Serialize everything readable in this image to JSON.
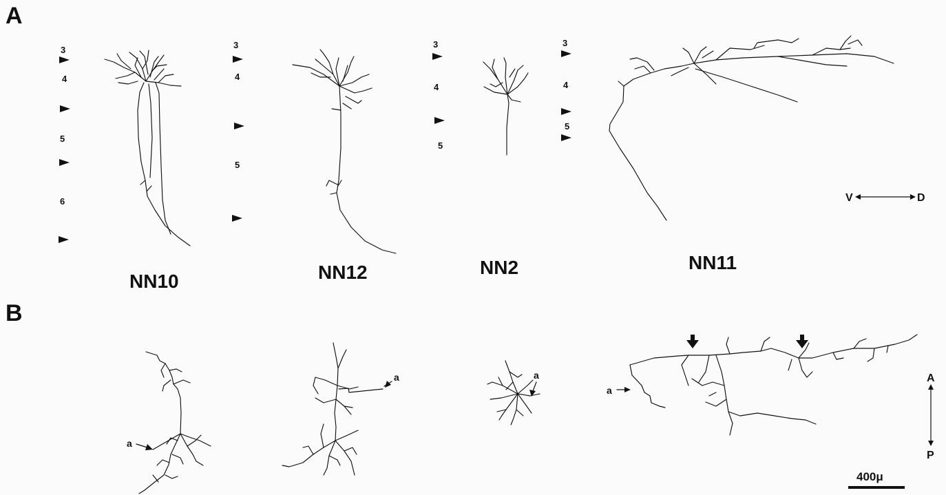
{
  "panels": {
    "a": "A",
    "b": "B"
  },
  "cells": {
    "nn10": "NN10",
    "nn12": "NN12",
    "nn2": "NN2",
    "nn11": "NN11"
  },
  "layer_labels": {
    "nn10": [
      "3",
      "4",
      "5",
      "6"
    ],
    "nn12": [
      "3",
      "4",
      "5"
    ],
    "nn2": [
      "3",
      "4",
      "5"
    ],
    "nn11": [
      "3",
      "4",
      "5"
    ]
  },
  "axis_vd": {
    "ventral": "V",
    "dorsal": "D"
  },
  "axis_ap": {
    "anterior": "A",
    "posterior": "P"
  },
  "axon_marker": "a",
  "scale_bar": {
    "label": "400μ",
    "value": 400
  }
}
